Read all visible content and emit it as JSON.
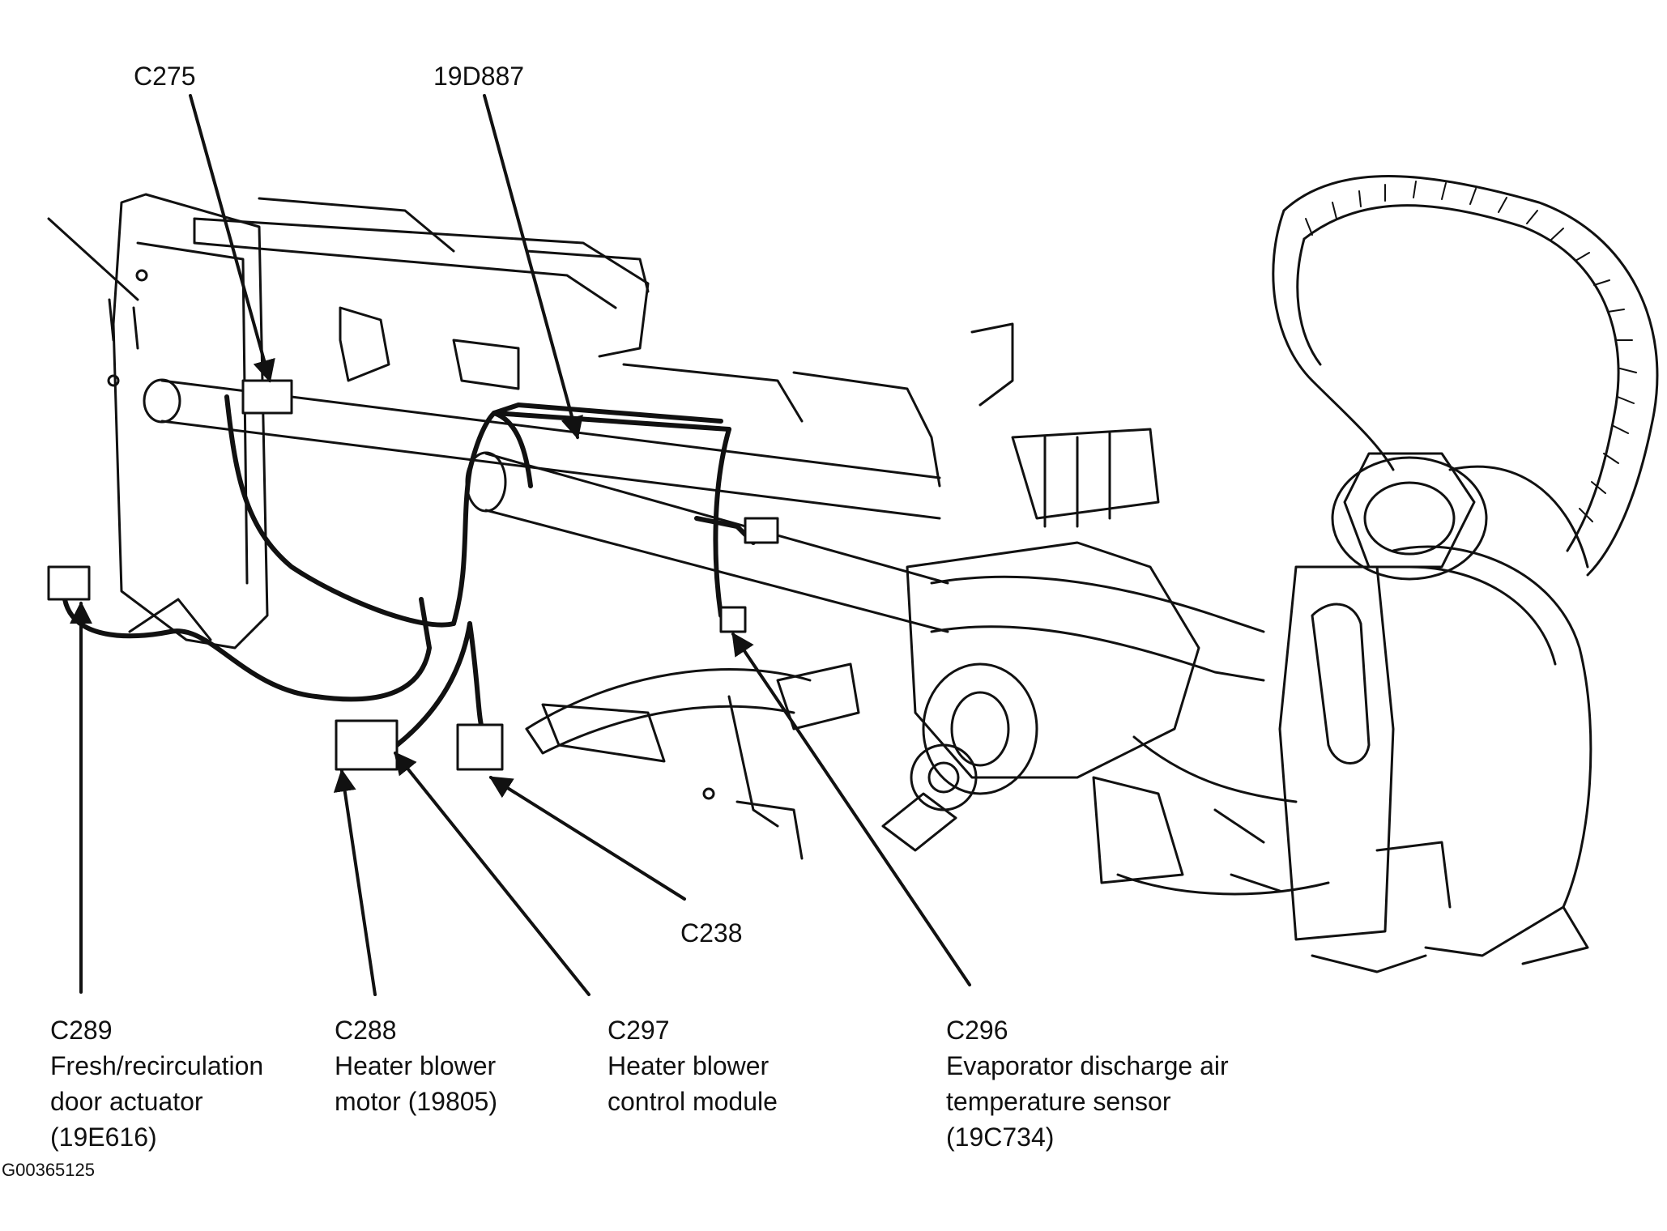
{
  "figure_id": "G00365125",
  "callouts": {
    "c275": {
      "lines": [
        "C275"
      ]
    },
    "d19d887": {
      "lines": [
        "19D887"
      ]
    },
    "c238": {
      "lines": [
        "C238"
      ]
    },
    "c289": {
      "lines": [
        "C289",
        "Fresh/recirculation",
        "door actuator",
        "(19E616)"
      ]
    },
    "c288": {
      "lines": [
        "C288",
        "Heater blower",
        "motor (19805)"
      ]
    },
    "c297": {
      "lines": [
        "C297",
        "Heater blower",
        "control module"
      ]
    },
    "c296": {
      "lines": [
        "C296",
        "Evaporator discharge air",
        "temperature sensor",
        "(19C734)"
      ]
    }
  }
}
